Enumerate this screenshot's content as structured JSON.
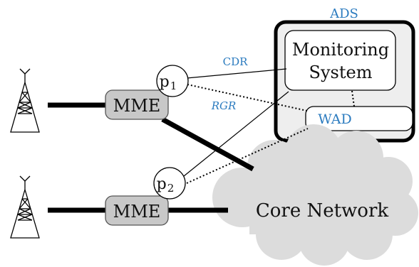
{
  "labels": {
    "ads": "ADS",
    "monitoring_line1": "Monitoring",
    "monitoring_line2": "System",
    "wad": "WAD",
    "mme_top": "MME",
    "mme_bottom": "MME",
    "p1": "p",
    "p1_sub": "1",
    "p2": "p",
    "p2_sub": "2",
    "cdr": "CDR",
    "rgr": "RGR",
    "core_network": "Core Network"
  },
  "colors": {
    "accent_text": "#2b7bbf",
    "mme_fill": "#c8c8c8",
    "cloud_fill": "#dcdcdc",
    "ads_fill": "#eeeeee"
  }
}
